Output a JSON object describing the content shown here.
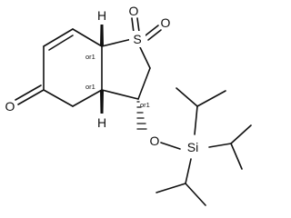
{
  "molecule": {
    "atoms": {
      "S": "S",
      "O_s1": "O",
      "O_s2": "O",
      "O_ketone": "O",
      "O_ether": "O",
      "Si": "Si",
      "H_top": "H",
      "H_bottom": "H"
    },
    "stereo_labels": {
      "c7a": "or1",
      "c3a": "or1",
      "c3": "or1"
    }
  }
}
